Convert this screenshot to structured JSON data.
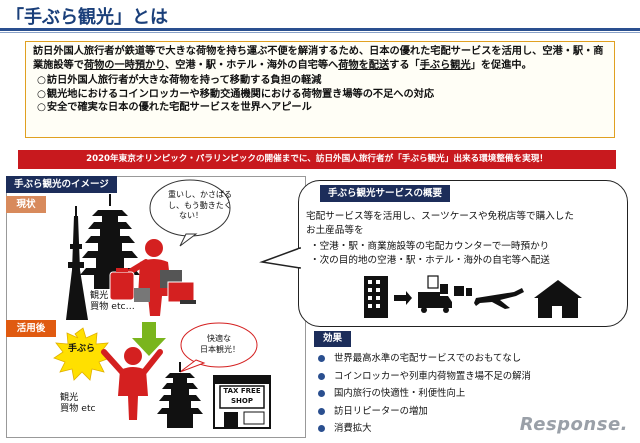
{
  "title": "「手ぶら観光」とは",
  "intro": {
    "paragraph_part1": "訪日外国人旅行者が鉄道等で大きな荷物を持ち運ぶ不便を解消するため、日本の優れた宅配サービスを活用し、空港・駅・商業施設等で",
    "paragraph_ul1": "荷物の一時預かり",
    "paragraph_part2": "、空港・駅・ホテル・海外の自宅等へ",
    "paragraph_ul2": "荷物を配送",
    "paragraph_part3": "する「",
    "paragraph_ul3": "手ぶら観光",
    "paragraph_part4": "」を促進中。",
    "bullets": [
      "訪日外国人旅行者が大きな荷物を持って移動する負担の軽減",
      "観光地におけるコインロッカーや移動交通機関における荷物置き場等の不足への対応",
      "安全で確実な日本の優れた宅配サービスを世界へアピール"
    ]
  },
  "banner": "2020年東京オリンピック・パラリンピックの開催までに、訪日外国人旅行者が「手ぶら観光」出来る環境整備を実現！",
  "image_section": {
    "heading": "手ぶら観光のイメージ",
    "tag_current": "現状",
    "tag_after": "活用後",
    "speech_heavy": [
      "重いし、かさばる",
      "し、もう動きたく",
      "ない！"
    ],
    "label_current": [
      "観光",
      "買物 etc…"
    ],
    "starburst": "手ぶら",
    "speech_happy": [
      "快適な",
      "日本観光！"
    ],
    "label_after": [
      "観光",
      "買物 etc"
    ],
    "shop_sign": [
      "TAX FREE",
      "SHOP"
    ]
  },
  "service": {
    "heading": "手ぶら観光サービスの概要",
    "lines": [
      "宅配サービス等を活用し、スーツケースや免税店等で購入した",
      "お土産品等を"
    ],
    "bullets": [
      "・空港・駅・商業施設等の宅配カウンターで一時預かり",
      "・次の目的地の空港・駅・ホテル・海外の自宅等へ配送"
    ]
  },
  "effects": {
    "heading": "効果",
    "items": [
      "世界最高水準の宅配サービスでのおもてなし",
      "コインロッカーや列車内荷物置き場不足の解消",
      "国内旅行の快適性・利便性向上",
      "訪日リピーターの増加",
      "消費拡大"
    ]
  },
  "watermark": "Response.",
  "colors": {
    "title": "#1a3f7a",
    "banner": "#c8191e",
    "section_tag": "#1c2d5a",
    "traveler": "#d42020",
    "arrow": "#7ab51d",
    "starburst": "#ffe000"
  }
}
